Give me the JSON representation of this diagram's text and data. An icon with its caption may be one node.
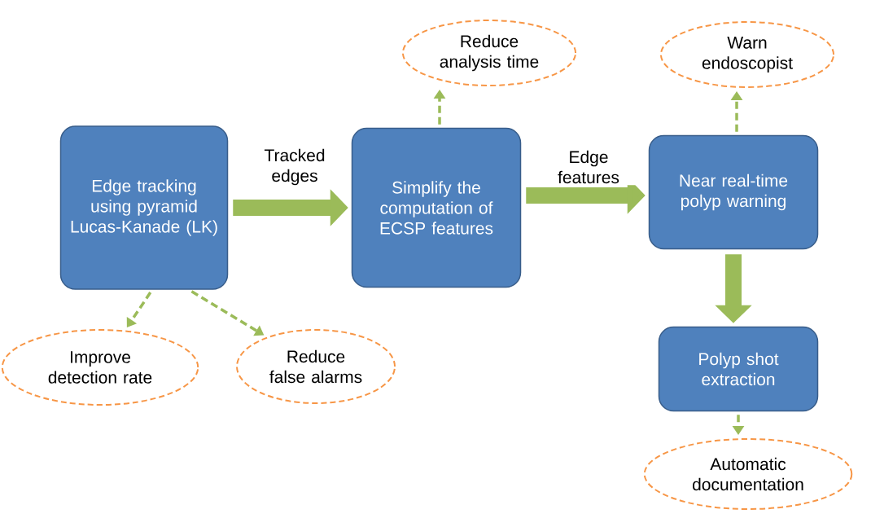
{
  "diagram": {
    "nodes": [
      {
        "text": [
          "Edge tracking using pyramid Lucas-Kanade (LK)"
        ]
      },
      {
        "text": [
          "Simplify the computation of ECSP features"
        ]
      },
      {
        "text": [
          "Near real-time polyp warning"
        ]
      },
      {
        "text": [
          "Polyp shot extraction"
        ]
      },
      {
        "text": [
          "Reduce analysis time"
        ]
      },
      {
        "text": [
          "Warn endoscopist"
        ]
      },
      {
        "text": [
          "Improve detection rate"
        ]
      },
      {
        "text": [
          "Reduce false alarms"
        ]
      },
      {
        "text": [
          "Automatic documentation"
        ]
      }
    ],
    "edges": [
      {
        "from": 0,
        "to": 1,
        "arrow": "to",
        "label": "Tracked edges",
        "style": "thick"
      },
      {
        "from": 1,
        "to": 2,
        "arrow": "to",
        "label": "Edge features",
        "style": "thick"
      },
      {
        "from": 2,
        "to": 3,
        "arrow": "to",
        "style": "thick"
      },
      {
        "from": 1,
        "to": 4,
        "arrow": "to",
        "style": "dashed"
      },
      {
        "from": 2,
        "to": 5,
        "arrow": "to",
        "style": "dashed"
      },
      {
        "from": 0,
        "to": 6,
        "arrow": "to",
        "style": "dashed"
      },
      {
        "from": 0,
        "to": 7,
        "arrow": "to",
        "style": "dashed"
      },
      {
        "from": 3,
        "to": 8,
        "arrow": "to",
        "style": "dashed"
      }
    ]
  }
}
